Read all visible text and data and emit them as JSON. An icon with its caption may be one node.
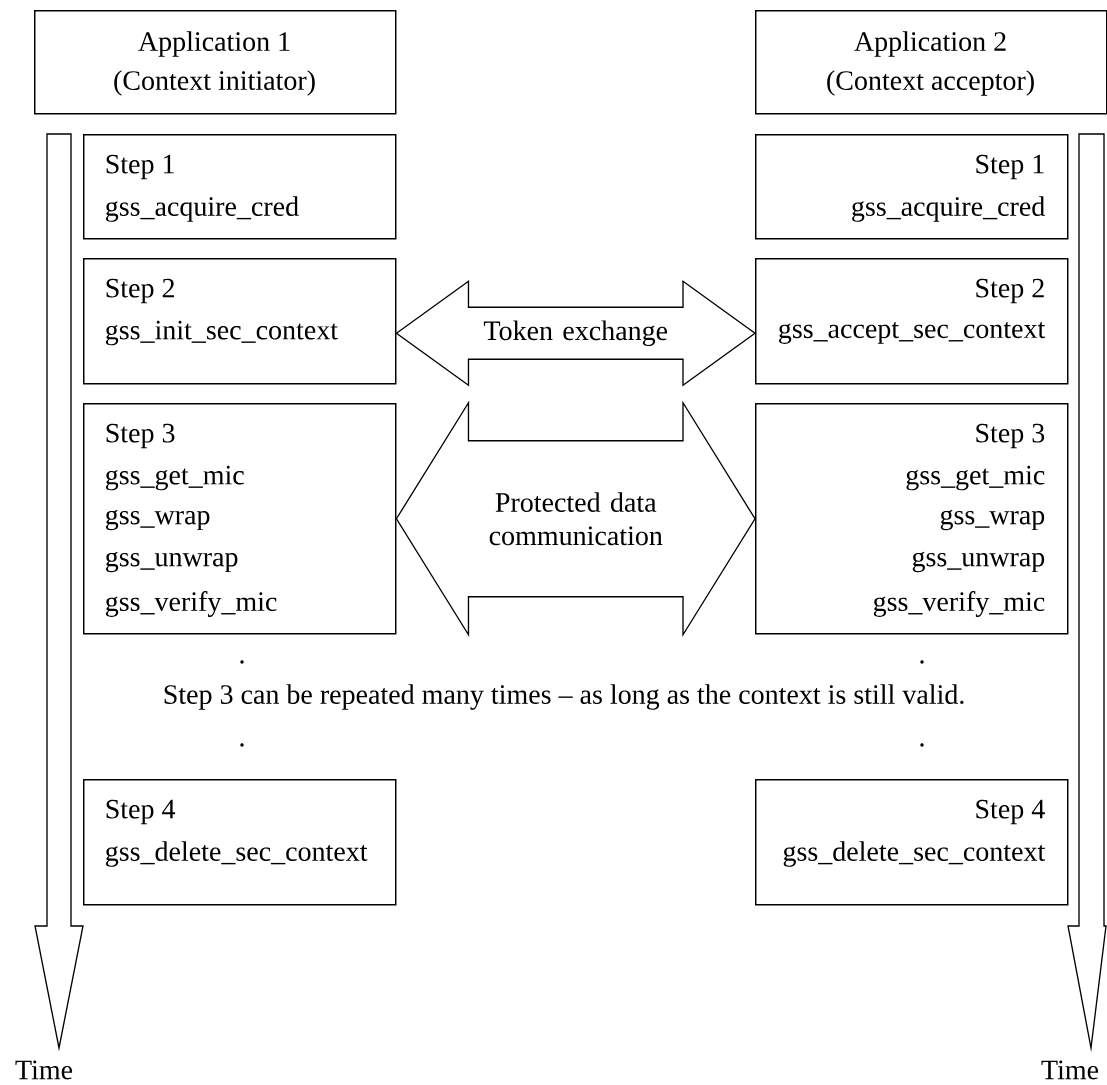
{
  "diagram": {
    "nodes": [
      {
        "text": [
          "Application 1",
          "(Context initiator)"
        ]
      },
      {
        "text": [
          "Application 2",
          "(Context acceptor)"
        ]
      },
      {
        "text": [
          "Step 1",
          "gss_acquire_cred"
        ]
      },
      {
        "text": [
          "Step 2",
          "gss_init_sec_context"
        ]
      },
      {
        "text": [
          "Step 3",
          "gss_get_mic",
          "gss_wrap",
          "gss_unwrap",
          "gss_verify_mic"
        ]
      },
      {
        "text": [
          "Step 4",
          "gss_delete_sec_context"
        ]
      },
      {
        "text": [
          "Step 1",
          "gss_acquire_cred"
        ]
      },
      {
        "text": [
          "Step 2",
          "gss_accept_sec_context"
        ]
      },
      {
        "text": [
          "Step 3",
          "gss_get_mic",
          "gss_wrap",
          "gss_unwrap",
          "gss_verify_mic"
        ]
      },
      {
        "text": [
          "Step 4",
          "gss_delete_sec_context"
        ]
      }
    ],
    "edges": [
      {
        "from": 3,
        "to": 7,
        "arrow": "both",
        "label": "Token exchange"
      },
      {
        "from": 4,
        "to": 8,
        "arrow": "both",
        "label": "Protected data communication"
      }
    ],
    "labels": [
      ".",
      ".",
      "Step 3 can be repeated many times – as long as the context is still valid.",
      ".",
      ".",
      "Time",
      "Time"
    ]
  }
}
